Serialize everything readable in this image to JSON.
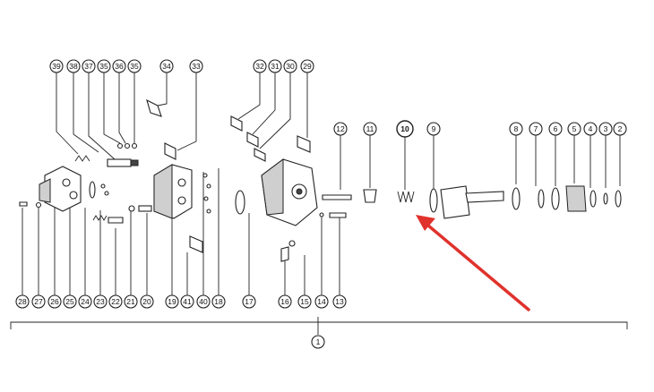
{
  "top_labels": [
    "39",
    "38",
    "37",
    "35",
    "36",
    "35",
    "34",
    "33",
    "32",
    "31",
    "30",
    "29",
    "12",
    "11",
    "10",
    "9",
    "8",
    "7",
    "6",
    "5",
    "4",
    "3",
    "2"
  ],
  "bottom_labels": [
    "28",
    "27",
    "26",
    "25",
    "24",
    "23",
    "22",
    "21",
    "20",
    "19",
    "41",
    "40",
    "18",
    "17",
    "16",
    "15",
    "14",
    "13"
  ],
  "assembly_label": "1",
  "highlight": {
    "label": "10",
    "fill": "#b7d63f",
    "arrow_color": "#e0322c"
  }
}
